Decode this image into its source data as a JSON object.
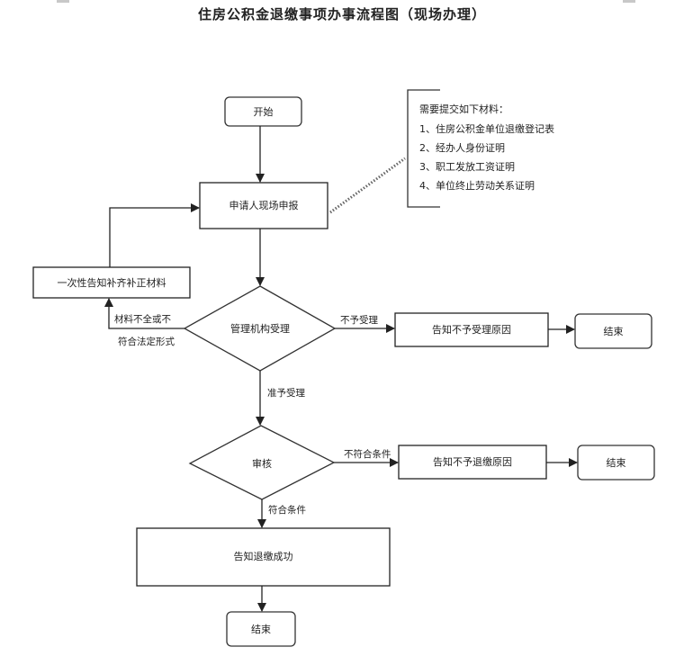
{
  "title": "住房公积金退缴事项办事流程图（现场办理）",
  "nodes": {
    "start": {
      "label": "开始",
      "shape": "rounded-rect"
    },
    "apply": {
      "label": "申请人现场申报",
      "shape": "rect"
    },
    "supplement": {
      "label": "一次性告知补齐补正材料",
      "shape": "rect"
    },
    "accept_decision": {
      "label": "管理机构受理",
      "shape": "diamond"
    },
    "reject_notice": {
      "label": "告知不予受理原因",
      "shape": "rect"
    },
    "end1": {
      "label": "结束",
      "shape": "rounded-rect"
    },
    "review_decision": {
      "label": "审核",
      "shape": "diamond"
    },
    "refuse_notice": {
      "label": "告知不予退缴原因",
      "shape": "rect"
    },
    "end2": {
      "label": "结束",
      "shape": "rounded-rect"
    },
    "success_notice": {
      "label": "告知退缴成功",
      "shape": "rect"
    },
    "end3": {
      "label": "结束",
      "shape": "rounded-rect"
    }
  },
  "edges": [
    {
      "from": "start",
      "to": "apply",
      "label": ""
    },
    {
      "from": "apply",
      "to": "accept_decision",
      "label": ""
    },
    {
      "from": "accept_decision",
      "to": "supplement",
      "label_lines": [
        "材料不全或不",
        "符合法定形式"
      ]
    },
    {
      "from": "supplement",
      "to": "apply",
      "label": ""
    },
    {
      "from": "accept_decision",
      "to": "reject_notice",
      "label": "不予受理"
    },
    {
      "from": "reject_notice",
      "to": "end1",
      "label": ""
    },
    {
      "from": "accept_decision",
      "to": "review_decision",
      "label": "准予受理"
    },
    {
      "from": "review_decision",
      "to": "refuse_notice",
      "label": "不符合条件"
    },
    {
      "from": "refuse_notice",
      "to": "end2",
      "label": ""
    },
    {
      "from": "review_decision",
      "to": "success_notice",
      "label": "符合条件"
    },
    {
      "from": "success_notice",
      "to": "end3",
      "label": ""
    }
  ],
  "note": {
    "attached_to": "apply",
    "lines": [
      "需要提交如下材料：",
      "1、住房公积金单位退缴登记表",
      "2、经办人身份证明",
      "3、职工发放工资证明",
      "4、单位终止劳动关系证明"
    ]
  },
  "colors": {
    "stroke": "#222222",
    "text": "#222222",
    "dotted": "#666666"
  }
}
